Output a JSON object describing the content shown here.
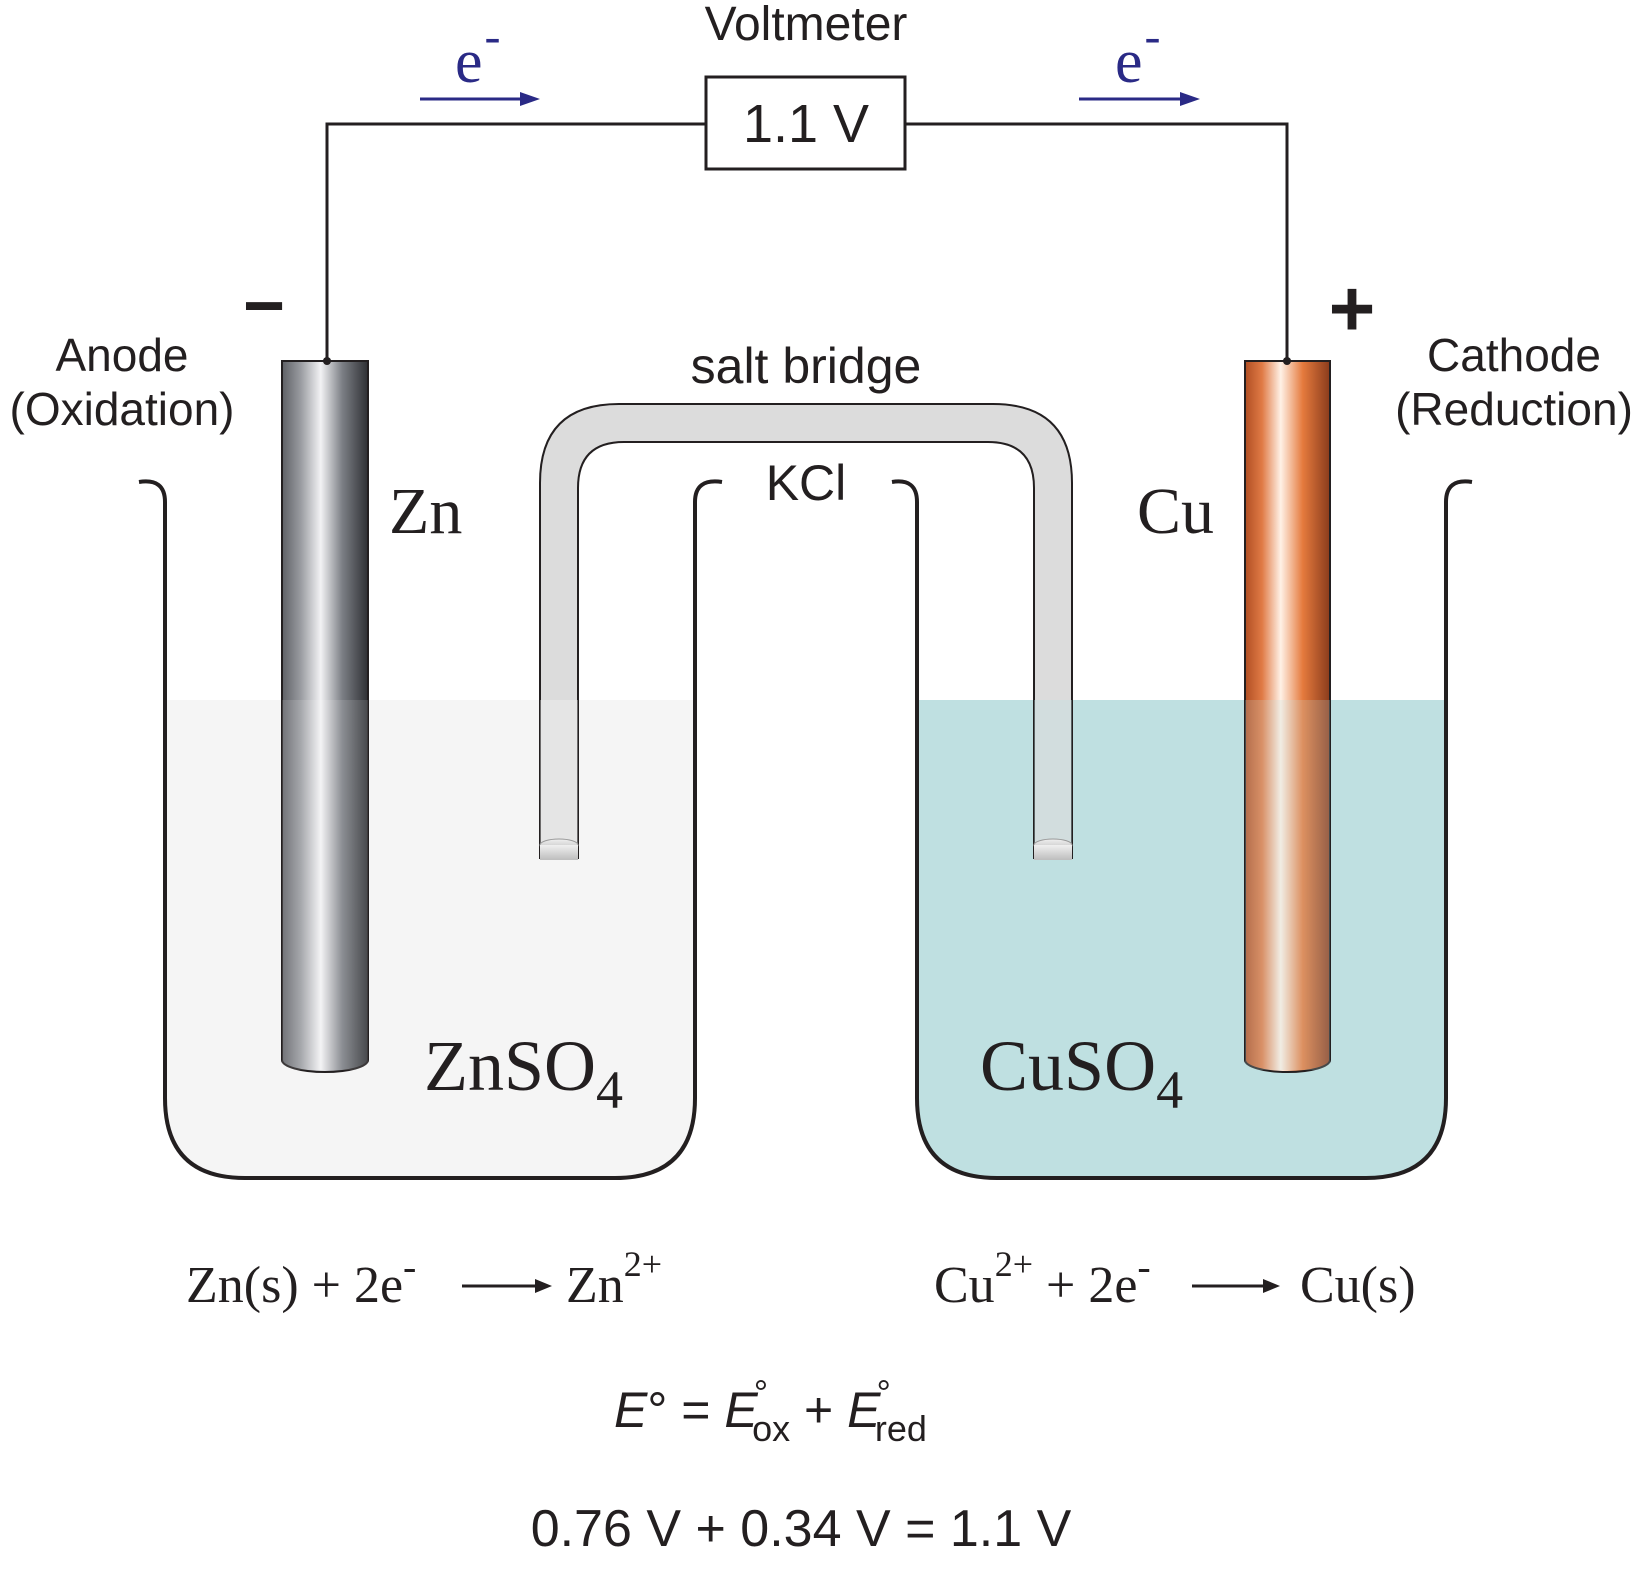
{
  "voltmeter": {
    "title": "Voltmeter",
    "reading": "1.1 V"
  },
  "electron_flow": {
    "label": "e",
    "charge": "-"
  },
  "anode": {
    "sign": "−",
    "label": "Anode",
    "process": "(Oxidation)",
    "metal": "Zn",
    "solution": "ZnSO",
    "solution_sub": "4",
    "reaction": {
      "left": "Zn(s) + 2e",
      "left_sup": "-",
      "product": "Zn",
      "product_sup": "2+"
    }
  },
  "cathode": {
    "sign": "+",
    "label": "Cathode",
    "process": "(Reduction)",
    "metal": "Cu",
    "solution": "CuSO",
    "solution_sub": "4",
    "reaction": {
      "ion": "Cu",
      "ion_sup": "2+",
      "middle": " + 2e",
      "middle_sup": "-",
      "product": "Cu(s)"
    }
  },
  "salt_bridge": {
    "label": "salt bridge",
    "electrolyte": "KCl"
  },
  "equations": {
    "potential": {
      "E": "E",
      "degree": "°",
      "eq": " = ",
      "E_ox": "E",
      "ox_sub": "ox",
      "plus": " + ",
      "E_red": "E",
      "red_sub": "red"
    },
    "numeric": "0.76 V + 0.34 V = 1.1 V"
  },
  "colors": {
    "zinc_solution": "#f5f5f5",
    "copper_solution": "#bfe0e1",
    "zinc_electrode": "#8a8d92",
    "copper_electrode": "#e07a45",
    "salt_bridge": "#dcdcdc",
    "electron_arrow": "#2a2a86"
  }
}
